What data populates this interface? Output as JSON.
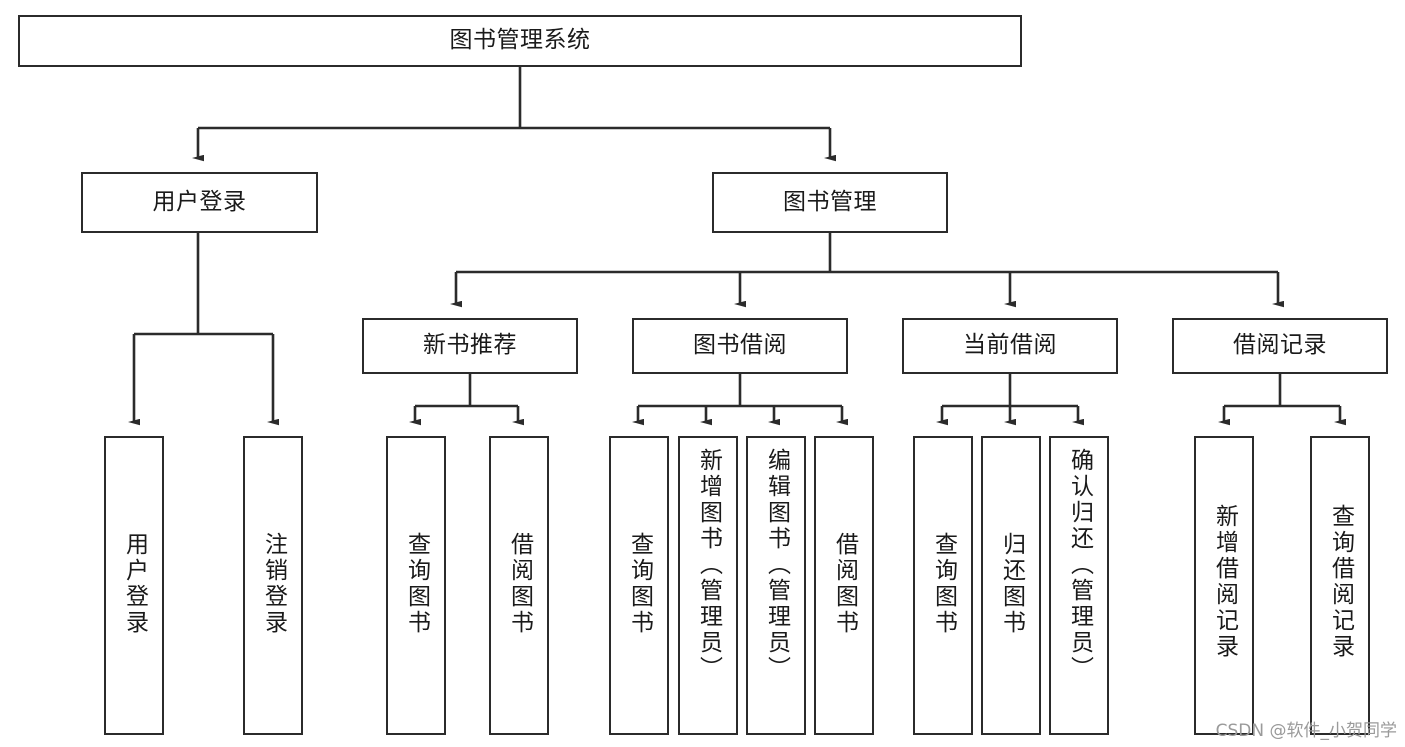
{
  "diagram": {
    "title": "图书管理系统",
    "type": "tree-structure-chart",
    "background_color": "#ffffff",
    "line_color": "#2b2b2b",
    "text_color": "#1a1a1a",
    "levels": {
      "root": {
        "label": "图书管理系统"
      },
      "level2": [
        {
          "label": "用户登录"
        },
        {
          "label": "图书管理"
        }
      ],
      "level3": [
        {
          "label": "新书推荐"
        },
        {
          "label": "图书借阅"
        },
        {
          "label": "当前借阅"
        },
        {
          "label": "借阅记录"
        }
      ],
      "leaves": {
        "user_login": [
          {
            "label": "用户登录"
          },
          {
            "label": "注销登录"
          }
        ],
        "new_book": [
          {
            "label": "查询图书"
          },
          {
            "label": "借阅图书"
          }
        ],
        "book_borrow": [
          {
            "label": "查询图书"
          },
          {
            "label": "新增图书（管理员）"
          },
          {
            "label": "编辑图书（管理员）"
          },
          {
            "label": "借阅图书"
          }
        ],
        "current_borrow": [
          {
            "label": "查询图书"
          },
          {
            "label": "归还图书"
          },
          {
            "label": "确认归还（管理员）"
          }
        ],
        "borrow_record": [
          {
            "label": "新增借阅记录"
          },
          {
            "label": "查询借阅记录"
          }
        ]
      }
    },
    "watermark": "CSDN @软件_小贺同学"
  }
}
